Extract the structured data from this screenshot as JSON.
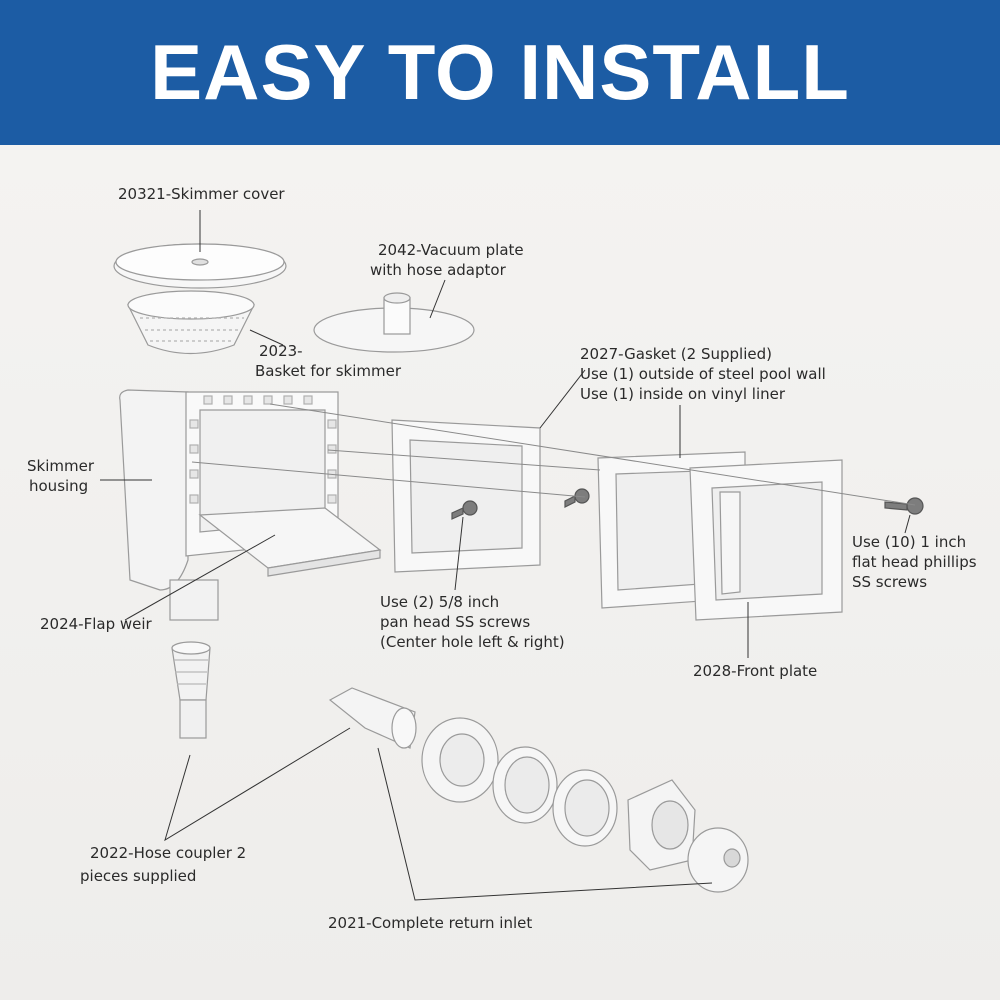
{
  "banner": {
    "title": "EASY TO INSTALL",
    "color": "#1c5ca4"
  },
  "labels": {
    "skimmer_cover": "20321-Skimmer cover",
    "vacuum_plate_1": "2042-Vacuum plate",
    "vacuum_plate_2": "with hose adaptor",
    "basket_1": "2023-",
    "basket_2": "Basket for skimmer",
    "gasket_1": "2027-Gasket (2 Supplied)",
    "gasket_2": "Use (1) outside of steel pool wall",
    "gasket_3": "Use (1) inside on vinyl  liner",
    "skimmer_housing_1": "Skimmer",
    "skimmer_housing_2": "housing",
    "screws_10_1": "Use (10) 1 inch",
    "screws_10_2": "flat head phillips",
    "screws_10_3": "SS screws",
    "screws_2_1": "Use (2) 5/8 inch",
    "screws_2_2": "pan head SS screws",
    "screws_2_3": "(Center hole left & right)",
    "flap_weir": "2024-Flap weir",
    "front_plate": "2028-Front plate",
    "hose_coupler_1": "2022-Hose coupler 2",
    "hose_coupler_2": "pieces supplied",
    "return_inlet": "2021-Complete return inlet"
  }
}
